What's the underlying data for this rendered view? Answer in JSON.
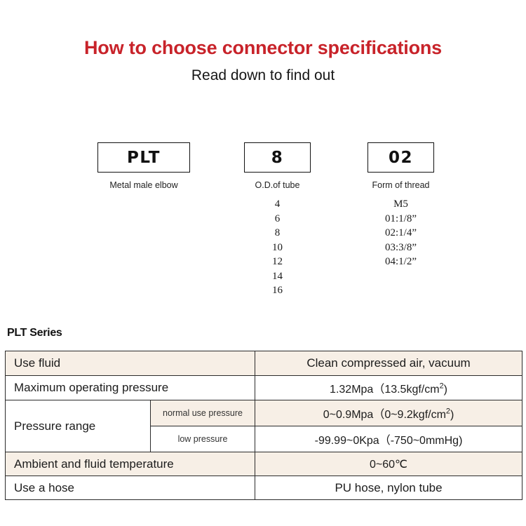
{
  "header": {
    "title": "How to choose connector specifications",
    "subtitle": "Read down to find out"
  },
  "code_breakdown": {
    "columns": [
      {
        "code": "PLT",
        "caption": "Metal male elbow",
        "options": []
      },
      {
        "code": "8",
        "caption": "O.D.of tube",
        "options": [
          "4",
          "6",
          "8",
          "10",
          "12",
          "14",
          "16"
        ]
      },
      {
        "code": "02",
        "caption": "Form of thread",
        "options": [
          "M5",
          "01:1/8”",
          "02:1/4”",
          "03:3/8”",
          "04:1/2”"
        ]
      }
    ]
  },
  "series": {
    "label": "PLT Series"
  },
  "spec_table": {
    "rows": [
      {
        "label": "Use fluid",
        "value": "Clean compressed air, vacuum"
      },
      {
        "label": "Maximum operating pressure",
        "value": "1.32Mpa（13.5kgf/cm",
        "value_sup": "2",
        "value_tail": ")"
      },
      {
        "label": "Pressure range",
        "sub_label_1": "normal use pressure",
        "sub_value_1": "0~0.9Mpa（0~9.2kgf/cm",
        "sub_value_1_sup": "2",
        "sub_value_1_tail": ")",
        "sub_label_2": "low pressure",
        "sub_value_2": "-99.99~0Kpa（-750~0mmHg)"
      },
      {
        "label": "Ambient and fluid temperature",
        "value": "0~60℃"
      },
      {
        "label": "Use a hose",
        "value": "PU hose, nylon tube"
      }
    ]
  },
  "colors": {
    "title_red": "#c8232a",
    "table_shade": "#f7efe6",
    "border": "#2b2b2b"
  }
}
